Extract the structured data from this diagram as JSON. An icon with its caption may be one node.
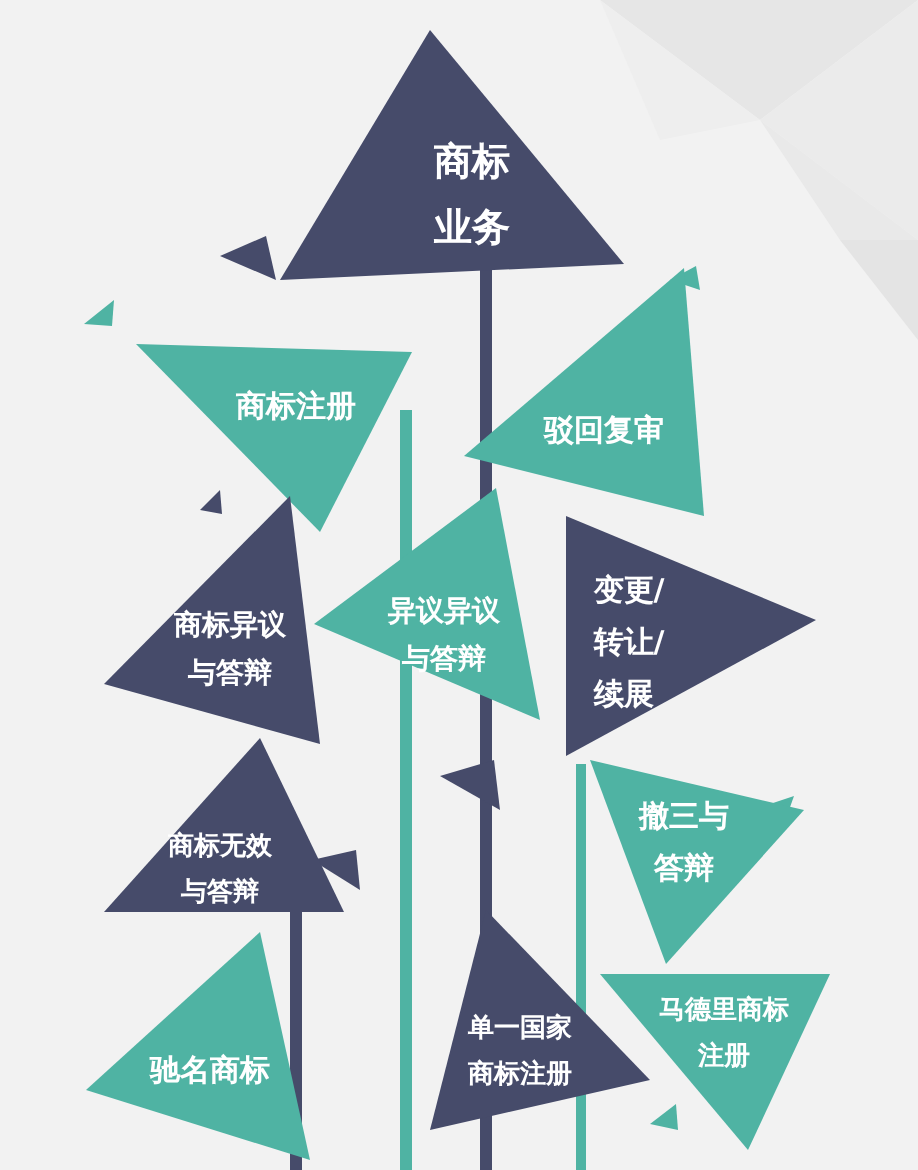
{
  "diagram": {
    "nodes": [
      {
        "text": [
          "商标业务"
        ]
      },
      {
        "text": [
          "商标注册"
        ]
      },
      {
        "text": [
          "驳回复审"
        ]
      },
      {
        "text": [
          "商标异议与答辩"
        ]
      },
      {
        "text": [
          "异议异议与答辩"
        ]
      },
      {
        "text": [
          "变更/转让/续展"
        ]
      },
      {
        "text": [
          "商标无效与答辩"
        ]
      },
      {
        "text": [
          "撤三与答辩"
        ]
      },
      {
        "text": [
          "驰名商标"
        ]
      },
      {
        "text": [
          "单一国家商标注册"
        ]
      },
      {
        "text": [
          "马德里商标注册"
        ]
      }
    ]
  }
}
